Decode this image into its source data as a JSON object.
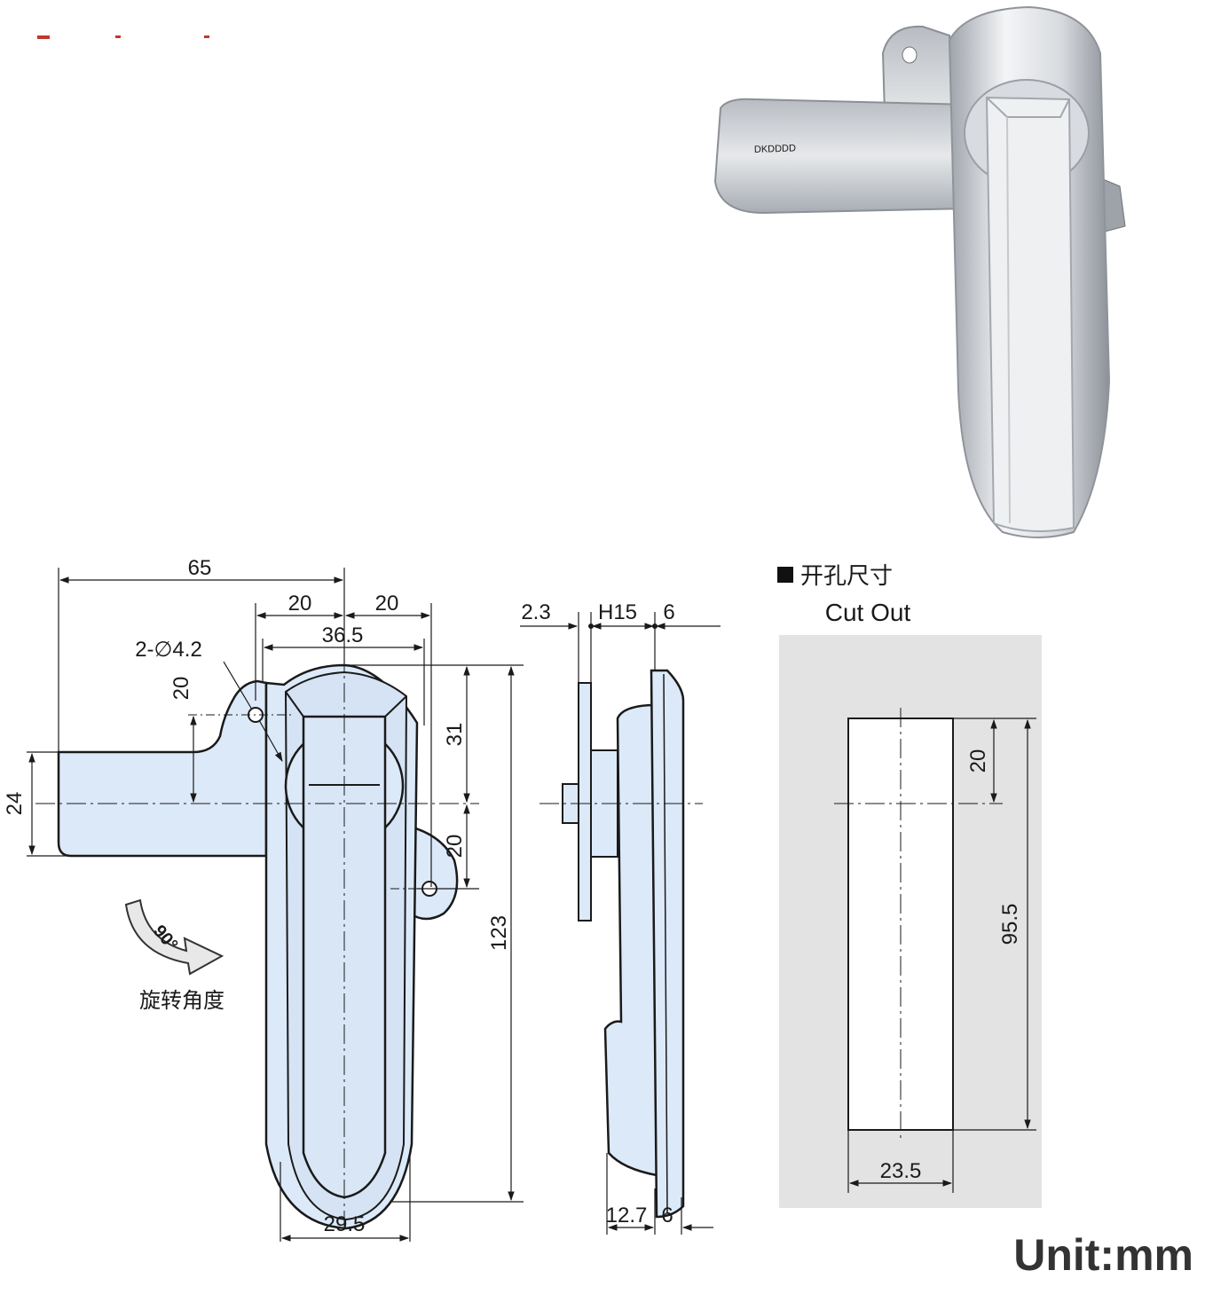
{
  "front_view": {
    "dim_overall_width": "65",
    "dim_left_20": "20",
    "dim_right_20": "20",
    "dim_36_5": "36.5",
    "hole_spec": "2-∅4.2",
    "dim_hole_offset": "20",
    "dim_tab_height": "24",
    "dim_upper_31": "31",
    "dim_lower_20": "20",
    "dim_height_123": "123",
    "dim_bottom_29_5": "29.5",
    "rotation_angle": "90°",
    "rotation_caption": "旋转角度"
  },
  "side_view": {
    "dim_2_3": "2.3",
    "dim_h15": "H15",
    "dim_6_top": "6",
    "dim_12_7": "12.7",
    "dim_6_bottom": "6"
  },
  "cutout": {
    "title_cn": "开孔尺寸",
    "title_en": "Cut Out",
    "dim_20": "20",
    "dim_95_5": "95.5",
    "dim_23_5": "23.5"
  },
  "unit_label": "Unit:mm",
  "colors": {
    "part_fill": "#dce9f8",
    "cutout_bg": "#e3e3e3",
    "line": "#1a1a1a"
  }
}
